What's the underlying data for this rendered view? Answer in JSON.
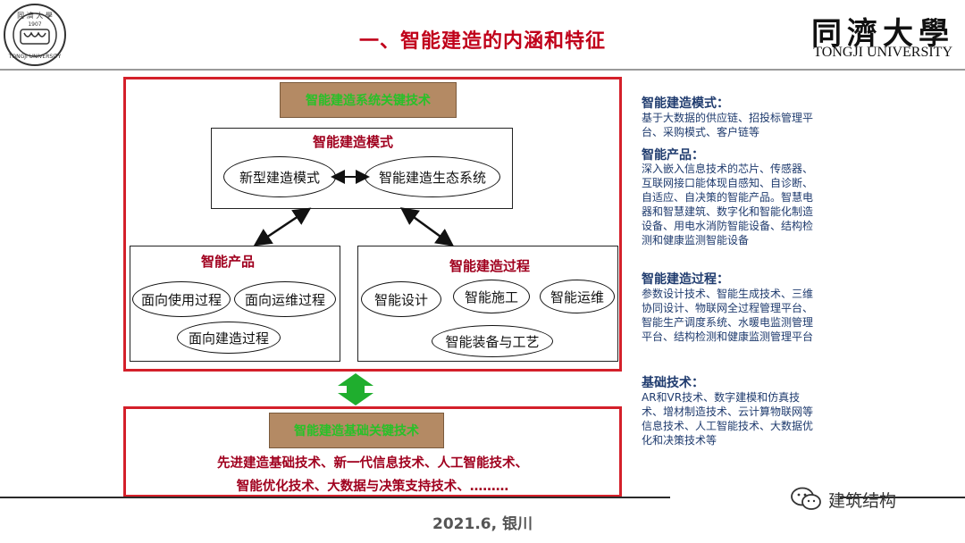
{
  "header": {
    "title": "一、智能建造的内涵和特征",
    "logo_cn": "同濟大學",
    "logo_en": "TONGJI UNIVERSITY"
  },
  "diagram": {
    "top_tag": "智能建造系统关键技术",
    "mode": {
      "heading": "智能建造模式",
      "left": "新型建造模式",
      "right": "智能建造生态系统"
    },
    "product": {
      "heading": "智能产品",
      "items": [
        "面向使用过程",
        "面向运维过程",
        "面向建造过程"
      ]
    },
    "process": {
      "heading": "智能建造过程",
      "items": [
        "智能设计",
        "智能施工",
        "智能运维",
        "智能装备与工艺"
      ]
    },
    "bottom_tag": "智能建造基础关键技术",
    "bottom_line1": "先进建造基础技术、新一代信息技术、人工智能技术、",
    "bottom_line2": "智能优化技术、大数据与决策支持技术、………"
  },
  "right_panel": [
    {
      "heading": "智能建造模式：",
      "body": "基于大数据的供应链、招投标管理平台、采购模式、客户链等"
    },
    {
      "heading": "智能产品：",
      "body": "深入嵌入信息技术的芯片、传感器、互联网接口能体现自感知、自诊断、自适应、自决策的智能产品。智慧电器和智慧建筑、数字化和智能化制造设备、用电水消防智能设备、结构检测和健康监测智能设备"
    },
    {
      "heading": "智能建造过程：",
      "body": "参数设计技术、智能生成技术、三维协同设计、物联网全过程管理平台、智能生产调度系统、水暖电监测管理平台、结构检测和健康监测管理平台"
    },
    {
      "heading": "基础技术：",
      "body": "AR和VR技术、数字建模和仿真技术、增材制造技术、云计算物联网等信息技术、人工智能技术、大数据优化和决策技术等"
    }
  ],
  "footer": {
    "text": "2021.6, 银川",
    "watermark": "建筑结构"
  },
  "colors": {
    "title_red": "#c0001a",
    "frame_red": "#d4202a",
    "tag_brown": "#b48a64",
    "tag_text_green": "#28c128",
    "heading_dark_red": "#a0001e",
    "panel_navy": "#1f3b6e",
    "arrow_green": "#1fae2e"
  }
}
